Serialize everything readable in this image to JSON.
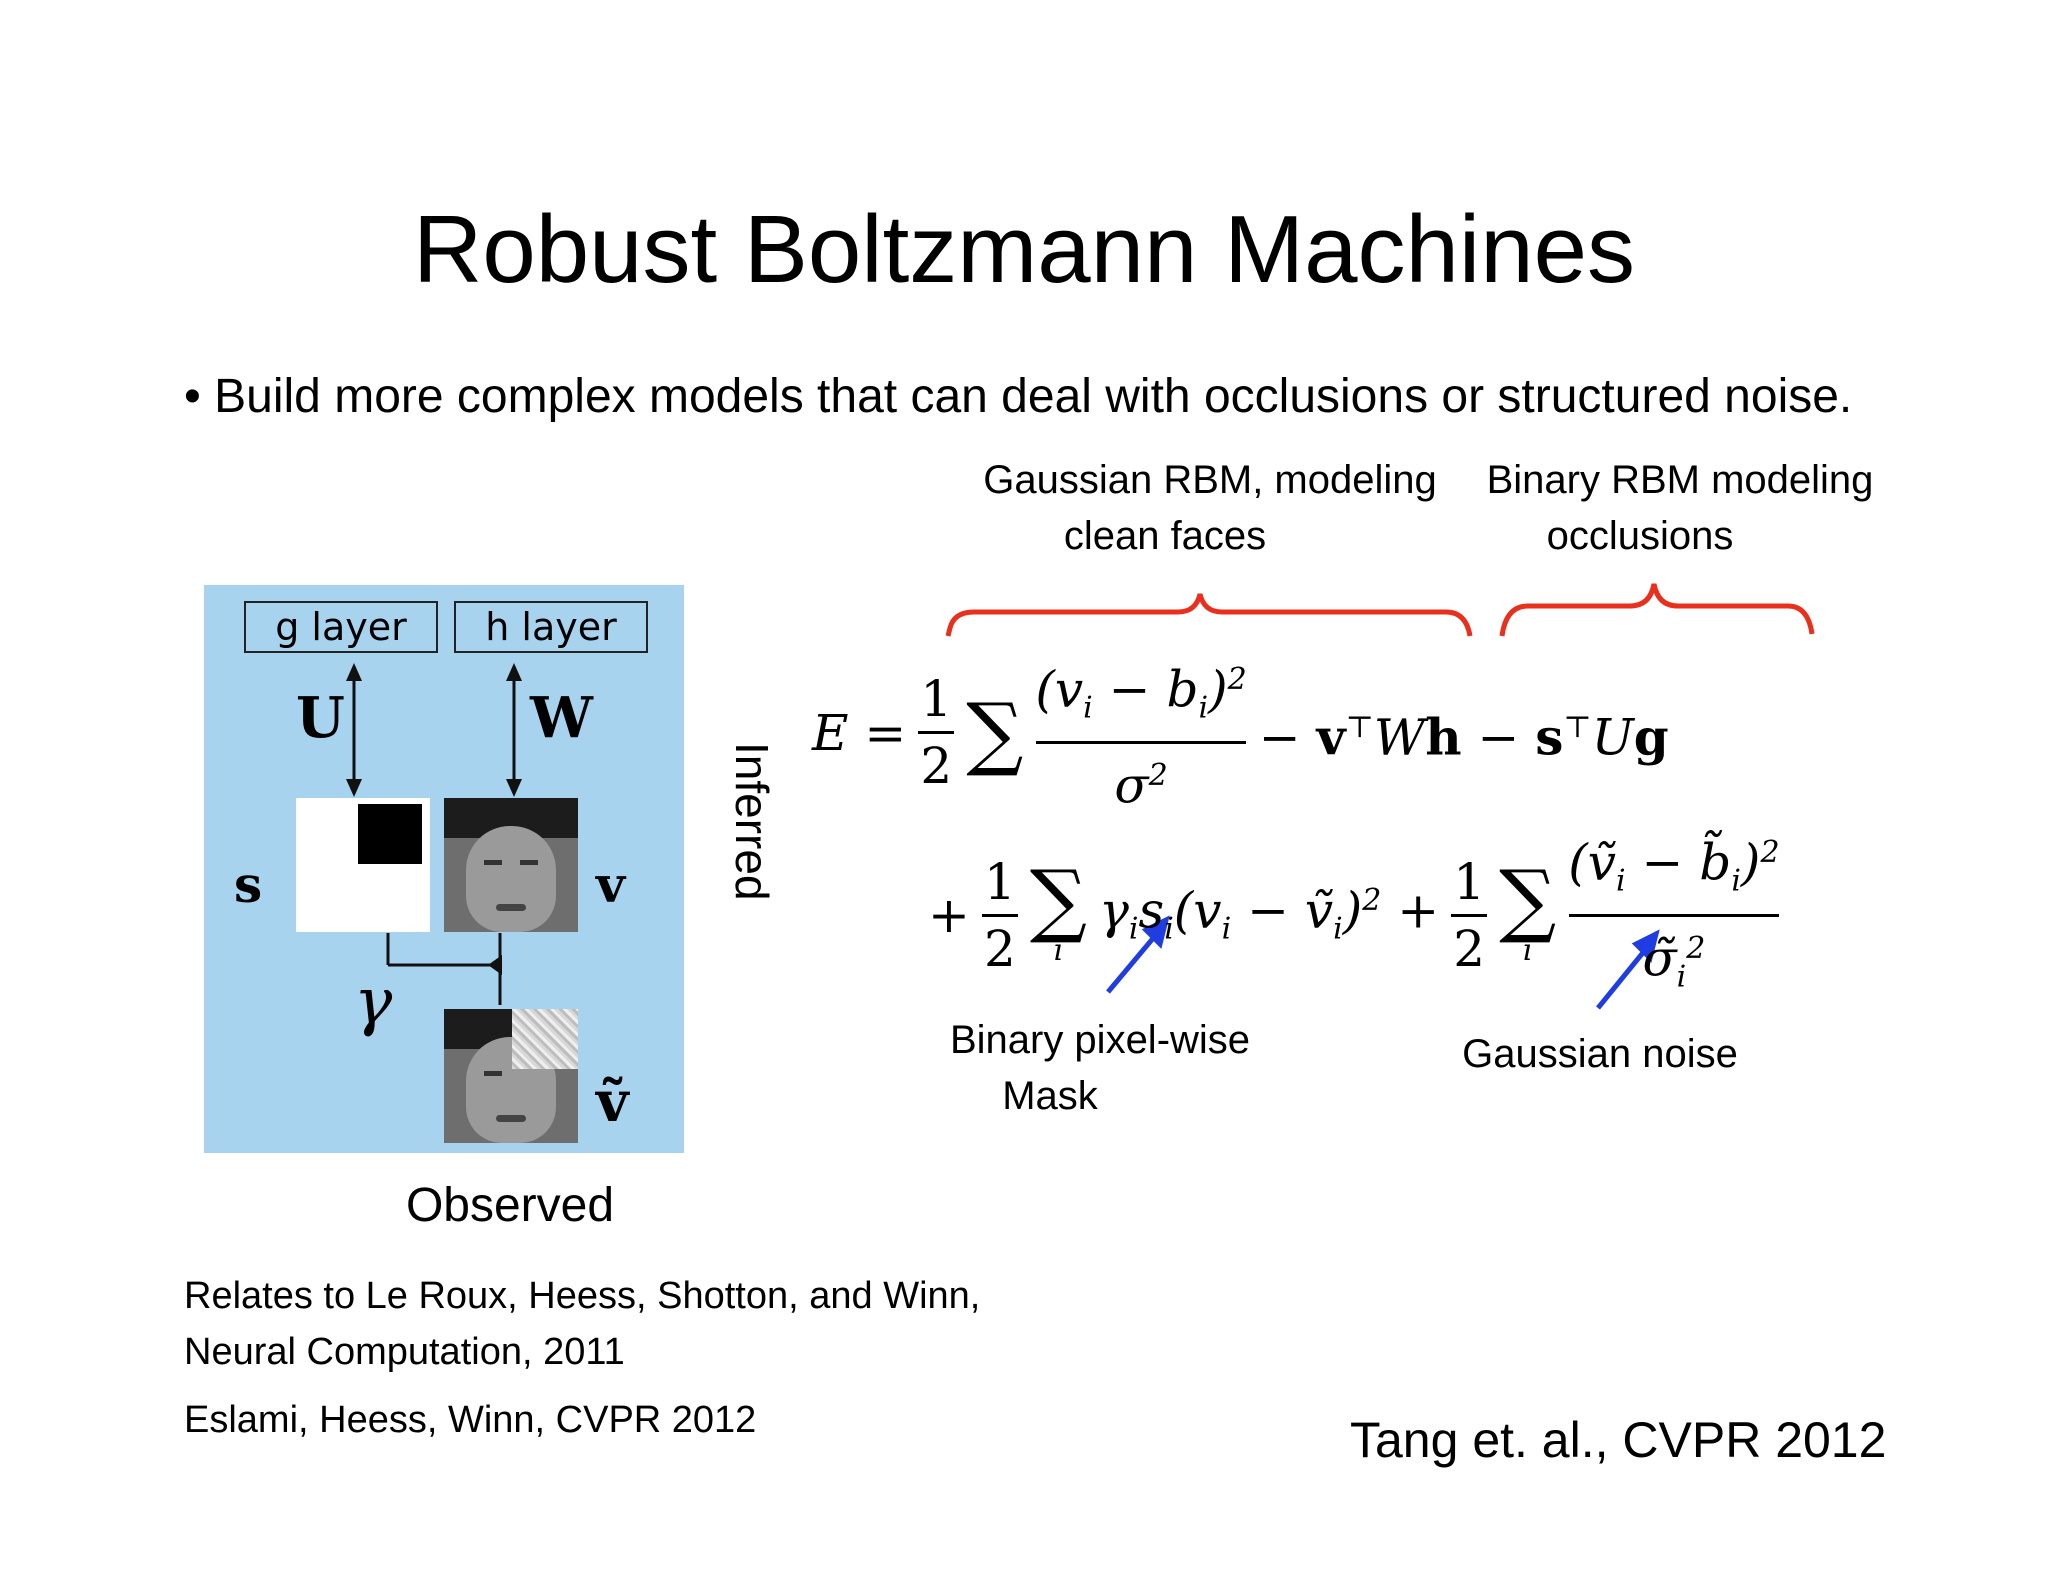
{
  "slide": {
    "title": "Robust Boltzmann Machines",
    "bullet": "• Build more complex models that can deal with occlusions or structured noise.",
    "annotations": {
      "gaussian_rbm_line1": "Gaussian RBM, modeling",
      "gaussian_rbm_line2": "clean faces",
      "binary_rbm_line1": "Binary RBM modeling",
      "binary_rbm_line2": "occlusions",
      "mask_line1": "Binary pixel-wise",
      "mask_line2": "Mask",
      "noise": "Gaussian noise"
    },
    "diagram": {
      "g_layer": "g layer",
      "h_layer": "h layer",
      "U": "U",
      "W": "W",
      "s": "s",
      "v": "v",
      "v_tilde": "ṽ",
      "gamma": "γ",
      "inferred": "Inferred",
      "observed": "Observed",
      "panel_color": "#a7d3ee"
    },
    "references": {
      "line1": "Relates to Le Roux, Heess, Shotton, and Winn,",
      "line2": "Neural Computation, 2011",
      "line3": "Eslami, Heess, Winn, CVPR 2012",
      "tang": "Tang et. al., CVPR 2012"
    },
    "colors": {
      "brace": "#e8301c",
      "arrow": "#1f3de0"
    }
  }
}
